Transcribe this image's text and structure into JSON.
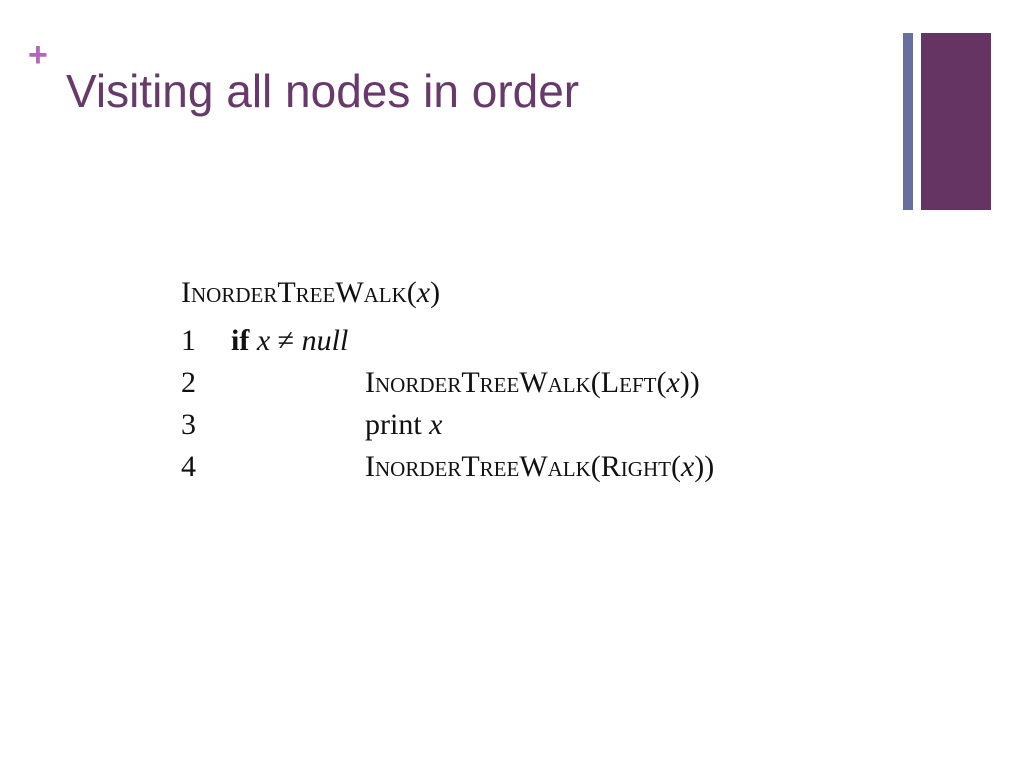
{
  "slide": {
    "bullet": "+",
    "title": "Visiting all nodes in order"
  },
  "algorithm": {
    "procedure": {
      "name": "InorderTreeWalk",
      "open": "(",
      "param": "x",
      "close": ")"
    },
    "lines": [
      {
        "number": "1",
        "keyword": "if",
        "var": "x",
        "op": "≠",
        "value": "null"
      },
      {
        "number": "2",
        "call": "InorderTreeWalk",
        "open": "(",
        "inner": "Left",
        "inner_open": "(",
        "var": "x",
        "close": "))"
      },
      {
        "number": "3",
        "text": "print",
        "var": "x"
      },
      {
        "number": "4",
        "call": "InorderTreeWalk",
        "open": "(",
        "inner": "Right",
        "inner_open": "(",
        "var": "x",
        "close": "))"
      }
    ]
  },
  "colors": {
    "title": "#673a6b",
    "bullet": "#b267b8",
    "bar_thin": "#676f9e",
    "bar_thick": "#653463"
  }
}
